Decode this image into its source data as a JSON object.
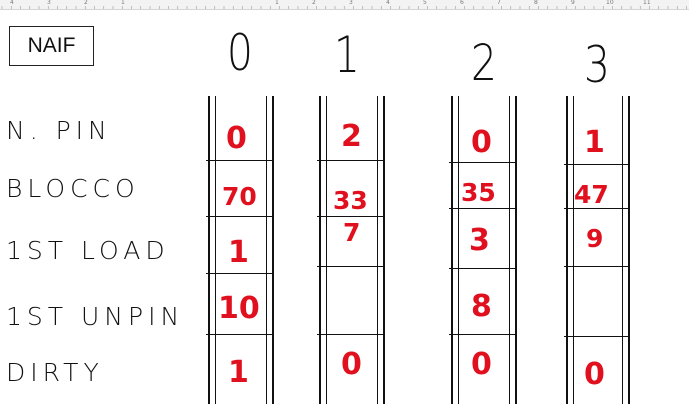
{
  "ruler": {
    "numbers": [
      "4",
      "3",
      "2",
      "1",
      "1",
      "2",
      "3",
      "4",
      "5",
      "6",
      "7",
      "8",
      "9",
      "10",
      "11"
    ]
  },
  "title": "NAIF",
  "columns": [
    "0",
    "1",
    "2",
    "3"
  ],
  "rows": [
    "N. PIN",
    "BLOCCO",
    "1ST LOAD",
    "1ST UNPIN",
    "DIRTY"
  ],
  "cells": {
    "c0": [
      "0",
      "70",
      "1",
      "10",
      "1"
    ],
    "c1": [
      "2",
      "33",
      "7",
      "",
      "0"
    ],
    "c2": [
      "0",
      "35",
      "3",
      "8",
      "0"
    ],
    "c3": [
      "1",
      "47",
      "9",
      "",
      "0"
    ]
  },
  "colors": {
    "ink": "#111111",
    "value": "#e0101e"
  }
}
